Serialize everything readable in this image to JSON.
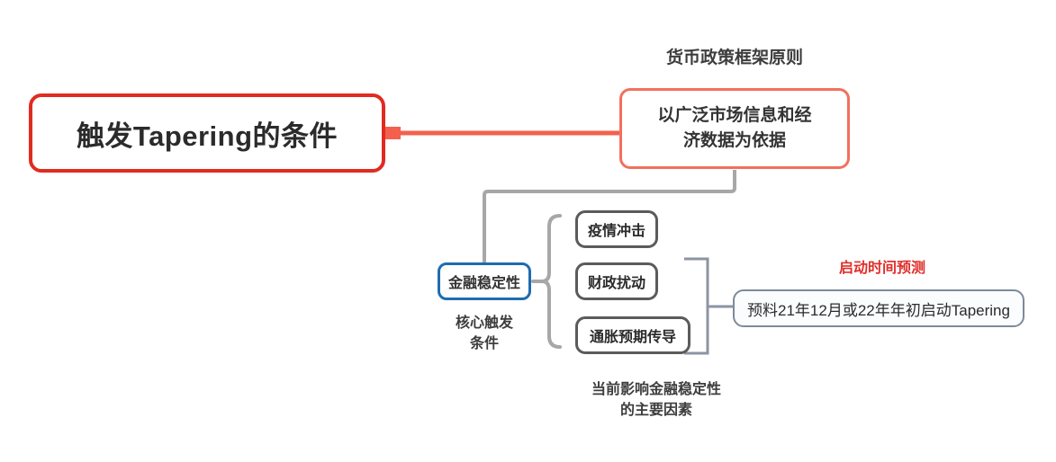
{
  "diagram": {
    "type": "mindmap",
    "title_node": "触发Tapering的条件",
    "colors": {
      "root_border": "#E12B21",
      "principle_border": "#F2705D",
      "stability_border": "#1F6CAF",
      "factor_border": "#5B5B5B",
      "forecast_border": "#7C8A9B",
      "connector_red": "#F4604E",
      "connector_gray": "#A7A7A7",
      "forecast_label": "#E02F2B",
      "background": "#FFFFFF"
    }
  },
  "root": {
    "label": "触发Tapering的条件"
  },
  "principle": {
    "caption": "货币政策框架原则",
    "label": "以广泛市场信息和经\n济数据为依据"
  },
  "stability": {
    "label": "金融稳定性",
    "caption": "核心触发\n条件"
  },
  "factors": {
    "caption": "当前影响金融稳定性\n的主要因素",
    "items": [
      {
        "label": "疫情冲击"
      },
      {
        "label": "财政扰动"
      },
      {
        "label": "通胀预期传导"
      }
    ]
  },
  "forecast": {
    "caption": "启动时间预测",
    "label": "预料21年12月或22年年初启动Tapering"
  }
}
